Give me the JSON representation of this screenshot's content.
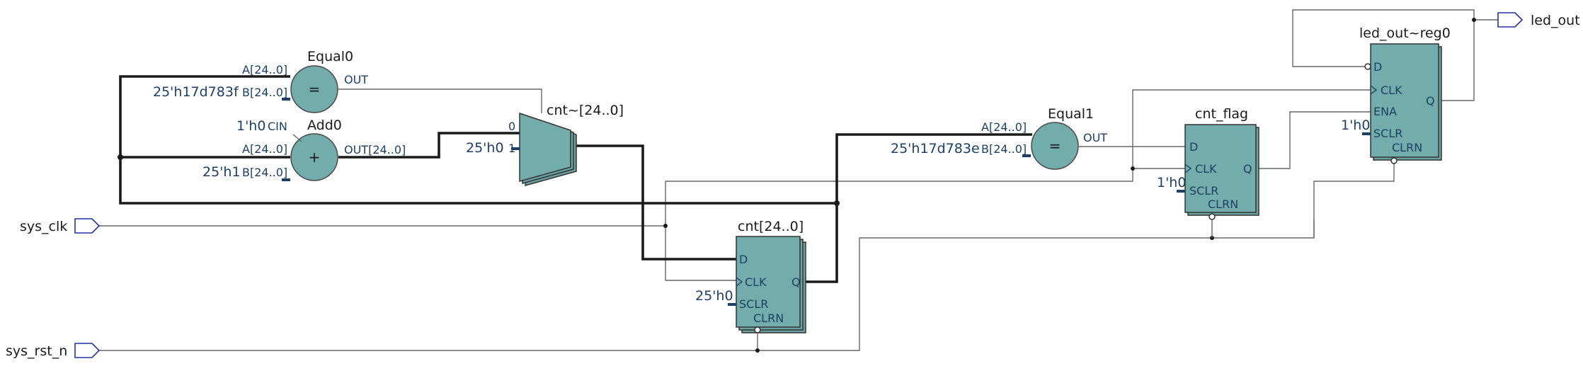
{
  "ports": {
    "sys_clk": "sys_clk",
    "sys_rst_n": "sys_rst_n",
    "led_out": "led_out"
  },
  "equal0": {
    "title": "Equal0",
    "pin_a": "A[24..0]",
    "pin_b": "B[24..0]",
    "pin_out": "OUT",
    "op": "=",
    "const_b": "25'h17d783f"
  },
  "add0": {
    "title": "Add0",
    "pin_cin": "CIN",
    "pin_a": "A[24..0]",
    "pin_b": "B[24..0]",
    "pin_out": "OUT[24..0]",
    "op": "+",
    "const_cin": "1'h0",
    "const_b": "25'h1"
  },
  "mux": {
    "title": "cnt~[24..0]",
    "pin_0": "0",
    "pin_1": "1",
    "const_1": "25'h0"
  },
  "cnt": {
    "title": "cnt[24..0]",
    "pin_d": "D",
    "pin_clk": "CLK",
    "pin_q": "Q",
    "pin_sclr": "SCLR",
    "pin_clrn": "CLRN",
    "const_sclr": "25'h0"
  },
  "equal1": {
    "title": "Equal1",
    "pin_a": "A[24..0]",
    "pin_b": "B[24..0]",
    "pin_out": "OUT",
    "op": "=",
    "const_b": "25'h17d783e"
  },
  "cnt_flag": {
    "title": "cnt_flag",
    "pin_d": "D",
    "pin_clk": "CLK",
    "pin_q": "Q",
    "pin_sclr": "SCLR",
    "pin_clrn": "CLRN",
    "const_sclr": "1'h0"
  },
  "led_reg": {
    "title": "led_out~reg0",
    "pin_d": "D",
    "pin_clk": "CLK",
    "pin_ena": "ENA",
    "pin_q": "Q",
    "pin_sclr": "SCLR",
    "pin_clrn": "CLRN",
    "const_sclr": "1'h0"
  }
}
